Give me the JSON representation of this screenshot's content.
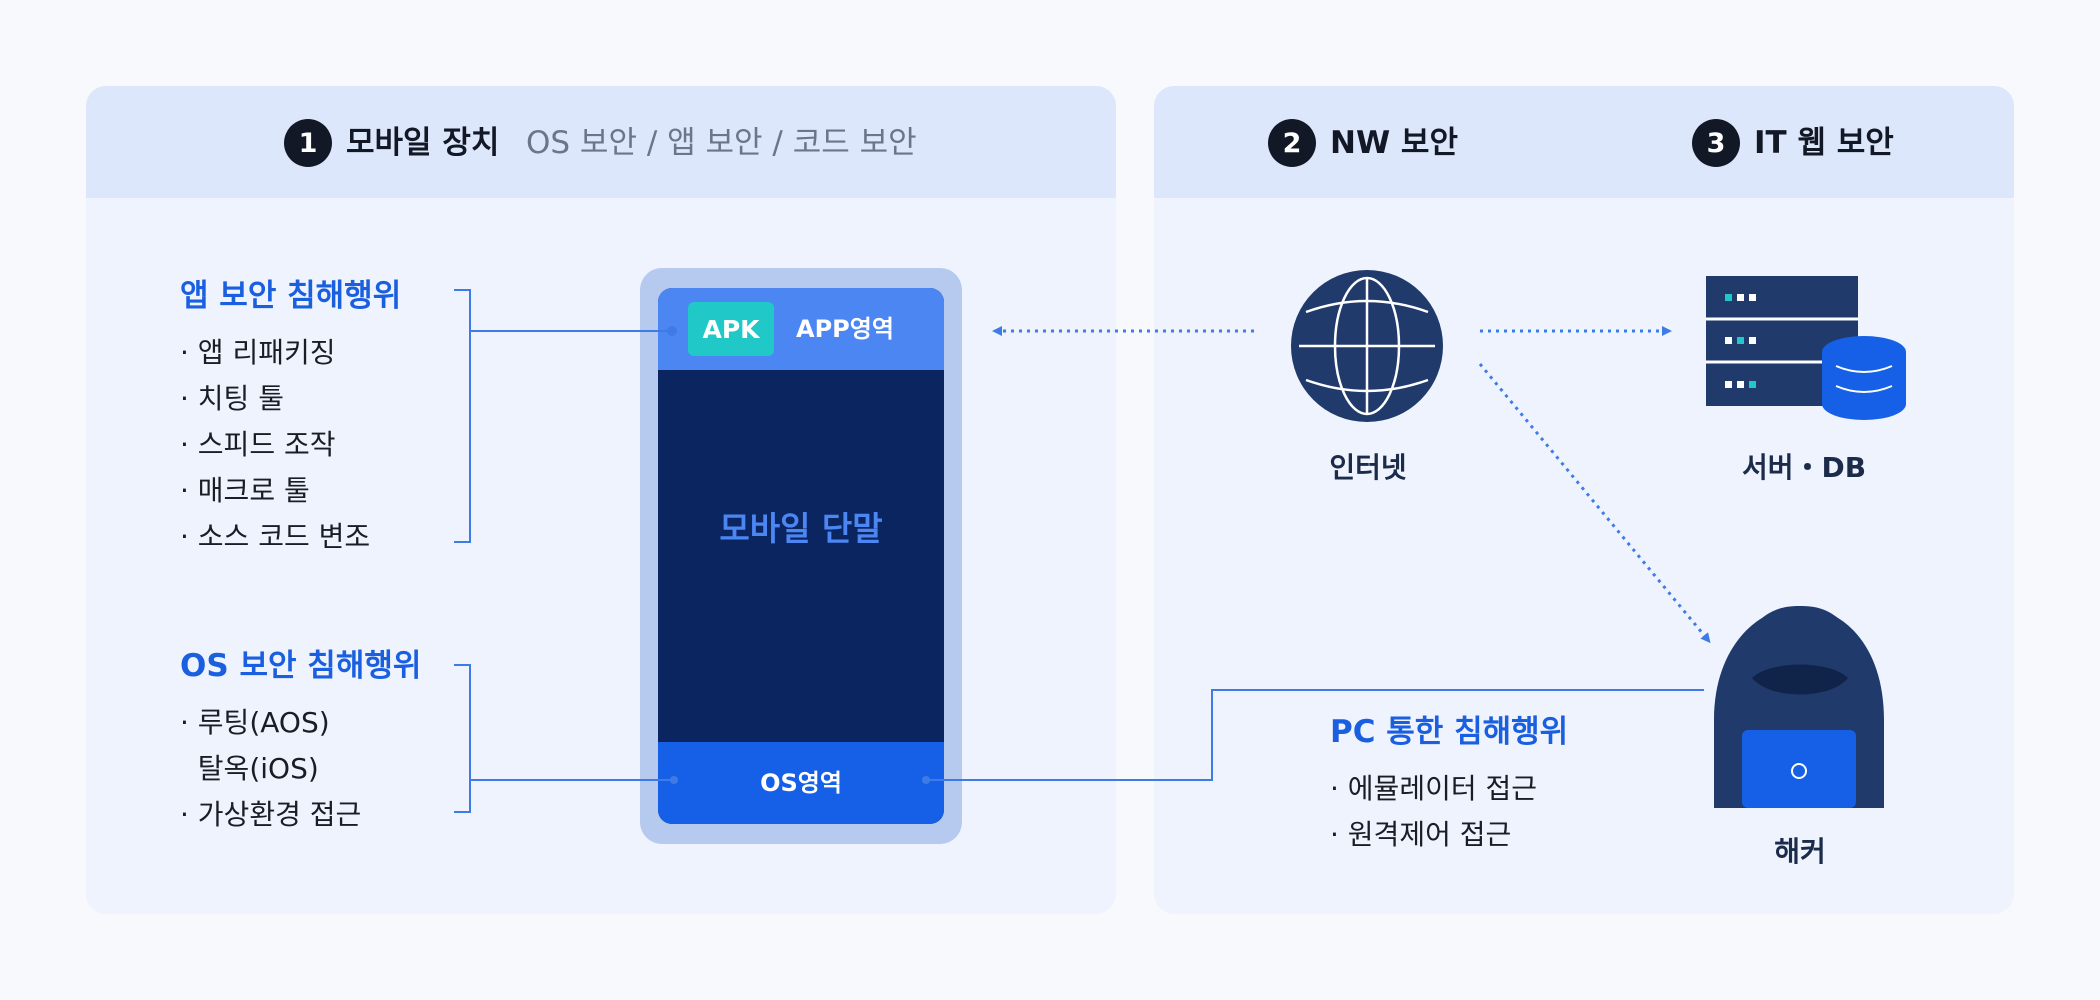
{
  "section1": {
    "number": "1",
    "title": "모바일 장치",
    "subtitle": "OS 보안 / 앱 보안 / 코드 보안"
  },
  "section2": {
    "number": "2",
    "title": "NW 보안"
  },
  "section3": {
    "number": "3",
    "title": "IT 웹 보안"
  },
  "app_attacks": {
    "title": "앱 보안 침해행위",
    "items": [
      "· 앱 리패키징",
      "· 치팅 툴",
      "· 스피드 조작",
      "· 매크로 툴",
      "· 소스 코드 변조"
    ]
  },
  "os_attacks": {
    "title": "OS 보안 침해행위",
    "items": [
      "· 루팅(AOS)",
      "  탈옥(iOS)",
      "· 가상환경 접근"
    ]
  },
  "device": {
    "apk_badge": "APK",
    "app_area": "APP영역",
    "center": "모바일 단말",
    "os_area": "OS영역"
  },
  "pc_attacks": {
    "title": "PC 통한 침해행위",
    "items": [
      "· 에뮬레이터 접근",
      "· 원격제어 접근"
    ]
  },
  "nodes": {
    "internet": "인터넷",
    "server_db": "서버・DB",
    "hacker": "해커"
  },
  "icons": {
    "internet": "globe-icon",
    "server": "server-icon",
    "database": "database-icon",
    "hacker": "hooded-hacker-icon"
  },
  "colors": {
    "accent_blue": "#1a5fe0",
    "navy": "#0b2560",
    "connector": "#3f7be6",
    "teal": "#20c8c8"
  }
}
